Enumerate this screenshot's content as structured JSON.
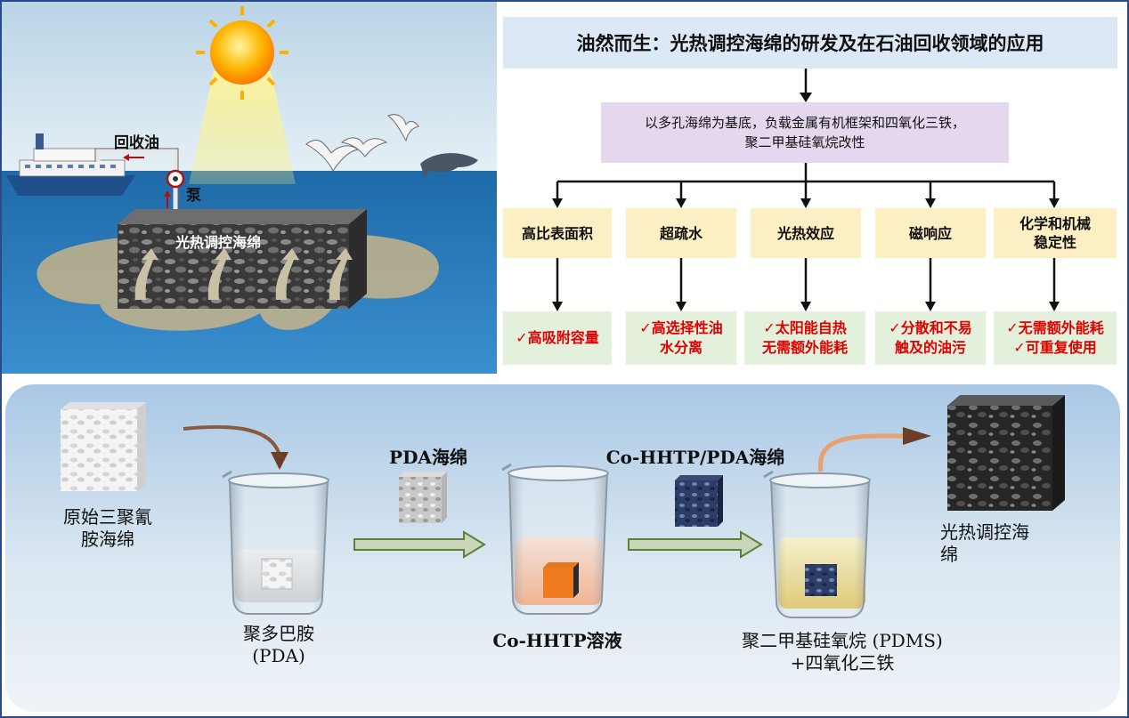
{
  "scene": {
    "recovered_oil_label": "回收油",
    "pump_label": "泵",
    "sponge_label": "光热调控海绵"
  },
  "flow": {
    "title": "油然而生：光热调控海绵的研发及在石油回收领域的应用",
    "base": "以多孔海绵为基底，负载金属有机框架和四氧化三铁，\n聚二甲基硅氧烷改性",
    "properties": [
      {
        "label": "高比表面积",
        "result": "✓高吸附容量"
      },
      {
        "label": "超疏水",
        "result": "✓高选择性油\n水分离"
      },
      {
        "label": "光热效应",
        "result": "✓太阳能自热\n无需额外能耗"
      },
      {
        "label": "磁响应",
        "result": "✓分散和不易\n触及的油污"
      },
      {
        "label": "化学和机械\n稳定性",
        "result": "✓无需额外能耗\n✓可重复使用"
      }
    ]
  },
  "process": {
    "raw_sponge_label": "原始三聚氰\n胺海绵",
    "pda_sponge_label": "PDA海绵",
    "cohhtp_sponge_label": "Co-HHTP/PDA海绵",
    "final_sponge_label": "光热调控海\n绵",
    "beaker1_label": "聚多巴胺\n(PDA)",
    "beaker2_label": "Co-HHTP溶液",
    "beaker3_label": "聚二甲基硅氧烷 (PDMS)\n+四氧化三铁"
  },
  "colors": {
    "sea": "#2a78b8",
    "sky": "#cfe3f0",
    "title_bg": "#dce8f5",
    "base_bg": "#e4d7ee",
    "property_bg": "#fcefc4",
    "result_bg": "#e3f1dc",
    "result_text": "#e00000",
    "panel_border": "#2b4a8a"
  }
}
